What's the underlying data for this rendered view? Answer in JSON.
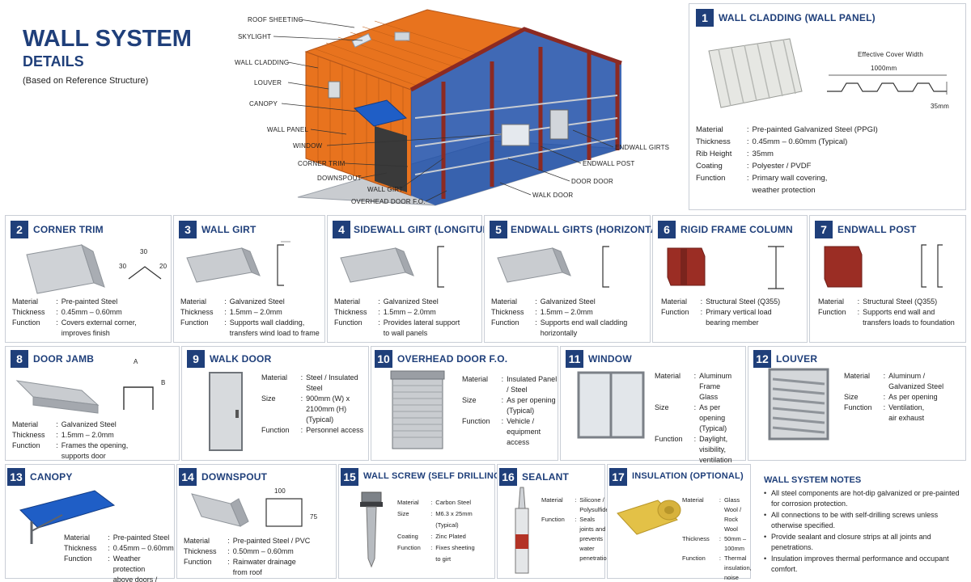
{
  "header": {
    "title": "WALL SYSTEM",
    "subtitle": "DETAILS",
    "note": "(Based on Reference Structure)"
  },
  "building_callouts": {
    "left": [
      "ROOF SHEETING",
      "SKYLIGHT",
      "WALL CLADDING",
      "LOUVER",
      "CANOPY",
      "WALL PANEL",
      "WINDOW",
      "CORNER TRIM",
      "DOWNSPOUT",
      "WALL GIRT",
      "OVERHEAD DOOR F.O."
    ],
    "right": [
      "ENDWALL GIRTS",
      "ENDWALL POST",
      "DOOR DOOR",
      "WALK DOOR"
    ]
  },
  "sections": [
    {
      "num": "1",
      "title": "WALL CLADDING (WALL PANEL)",
      "specs": [
        {
          "k": "Material",
          "v": "Pre-painted Galvanized Steel (PPGI)"
        },
        {
          "k": "Thickness",
          "v": "0.45mm – 0.60mm (Typical)"
        },
        {
          "k": "Rib Height",
          "v": "35mm"
        },
        {
          "k": "Coating",
          "v": "Polyester / PVDF"
        },
        {
          "k": "Function",
          "v": "Primary wall covering,\nweather protection"
        }
      ],
      "dims": {
        "cover_label": "Effective Cover Width",
        "cover_value": "1000mm",
        "rib": "35mm"
      }
    },
    {
      "num": "2",
      "title": "CORNER TRIM",
      "specs": [
        {
          "k": "Material",
          "v": "Pre-painted Steel"
        },
        {
          "k": "Thickness",
          "v": "0.45mm – 0.60mm"
        },
        {
          "k": "Function",
          "v": "Covers external corner,\nimproves finish"
        }
      ],
      "dims": {
        "a": "30",
        "b": "30",
        "c": "20"
      }
    },
    {
      "num": "3",
      "title": "WALL GIRT",
      "specs": [
        {
          "k": "Material",
          "v": "Galvanized Steel"
        },
        {
          "k": "Thickness",
          "v": "1.5mm – 2.0mm"
        },
        {
          "k": "Function",
          "v": "Supports wall cladding,\ntransfers wind load to frame"
        }
      ]
    },
    {
      "num": "4",
      "title": "SIDEWALL GIRT (LONGITUDINAL)",
      "specs": [
        {
          "k": "Material",
          "v": "Galvanized Steel"
        },
        {
          "k": "Thickness",
          "v": "1.5mm – 2.0mm"
        },
        {
          "k": "Function",
          "v": "Provides lateral support\nto wall panels"
        }
      ]
    },
    {
      "num": "5",
      "title": "ENDWALL GIRTS (HORIZONTAL)",
      "specs": [
        {
          "k": "Material",
          "v": "Galvanized Steel"
        },
        {
          "k": "Thickness",
          "v": "1.5mm – 2.0mm"
        },
        {
          "k": "Function",
          "v": "Supports end wall cladding\nhorizontally"
        }
      ]
    },
    {
      "num": "6",
      "title": "RIGID FRAME COLUMN",
      "specs": [
        {
          "k": "Material",
          "v": "Structural Steel (Q355)"
        },
        {
          "k": "Function",
          "v": "Primary vertical load\nbearing member"
        }
      ]
    },
    {
      "num": "7",
      "title": "ENDWALL POST",
      "specs": [
        {
          "k": "Material",
          "v": "Structural Steel (Q355)"
        },
        {
          "k": "Function",
          "v": "Supports end wall and\ntransfers loads to foundation"
        }
      ]
    },
    {
      "num": "8",
      "title": "DOOR JAMB",
      "specs": [
        {
          "k": "Material",
          "v": "Galvanized Steel"
        },
        {
          "k": "Thickness",
          "v": "1.5mm – 2.0mm"
        },
        {
          "k": "Function",
          "v": "Frames the opening,\nsupports door"
        }
      ],
      "dims": {
        "a": "A",
        "b": "B"
      }
    },
    {
      "num": "9",
      "title": "WALK DOOR",
      "specs": [
        {
          "k": "Material",
          "v": "Steel / Insulated Steel"
        },
        {
          "k": "Size",
          "v": "900mm (W) x 2100mm (H)\n(Typical)"
        },
        {
          "k": "Function",
          "v": "Personnel access"
        }
      ]
    },
    {
      "num": "10",
      "title": "OVERHEAD DOOR F.O.",
      "specs": [
        {
          "k": "Material",
          "v": "Insulated Panel / Steel"
        },
        {
          "k": "Size",
          "v": "As per opening\n(Typical)"
        },
        {
          "k": "Function",
          "v": "Vehicle / equipment\naccess"
        }
      ]
    },
    {
      "num": "11",
      "title": "WINDOW",
      "specs": [
        {
          "k": "Material",
          "v": "Aluminum Frame\nGlass"
        },
        {
          "k": "Size",
          "v": "As per opening\n(Typical)"
        },
        {
          "k": "Function",
          "v": "Daylight, visibility,\nventilation"
        }
      ]
    },
    {
      "num": "12",
      "title": "LOUVER",
      "specs": [
        {
          "k": "Material",
          "v": "Aluminum /\nGalvanized Steel"
        },
        {
          "k": "Size",
          "v": "As per opening"
        },
        {
          "k": "Function",
          "v": "Ventilation,\nair exhaust"
        }
      ]
    },
    {
      "num": "13",
      "title": "CANOPY",
      "specs": [
        {
          "k": "Material",
          "v": "Pre-painted Steel"
        },
        {
          "k": "Thickness",
          "v": "0.45mm – 0.60mm"
        },
        {
          "k": "Function",
          "v": "Weather protection\nabove doors / windows"
        }
      ]
    },
    {
      "num": "14",
      "title": "DOWNSPOUT",
      "specs": [
        {
          "k": "Material",
          "v": "Pre-painted Steel / PVC"
        },
        {
          "k": "Thickness",
          "v": "0.50mm – 0.60mm"
        },
        {
          "k": "Function",
          "v": "Rainwater drainage\nfrom roof"
        }
      ],
      "dims": {
        "w": "100",
        "h": "75"
      }
    },
    {
      "num": "15",
      "title": "WALL SCREW (SELF DRILLING)",
      "specs": [
        {
          "k": "Material",
          "v": "Carbon Steel"
        },
        {
          "k": "Size",
          "v": "M6.3 x 25mm (Typical)"
        },
        {
          "k": "Coating",
          "v": "Zinc Plated"
        },
        {
          "k": "Function",
          "v": "Fixes sheeting\nto girt"
        }
      ]
    },
    {
      "num": "16",
      "title": "SEALANT",
      "specs": [
        {
          "k": "Material",
          "v": "Silicone /\nPolysulfide"
        },
        {
          "k": "Function",
          "v": "Seals joints and\nprevents water\npenetration"
        }
      ]
    },
    {
      "num": "17",
      "title": "INSULATION (OPTIONAL)",
      "specs": [
        {
          "k": "Material",
          "v": "Glass Wool /\nRock Wool"
        },
        {
          "k": "Thickness",
          "v": "50mm – 100mm"
        },
        {
          "k": "Function",
          "v": "Thermal insulation,\nnoise reduction"
        }
      ]
    }
  ],
  "notes": {
    "title": "WALL SYSTEM NOTES",
    "items": [
      "All steel components are hot-dip galvanized or pre-painted for corrosion protection.",
      "All connections to be with self-drilling screws unless otherwise specified.",
      "Provide sealant and closure strips at all joints and penetrations.",
      "Insulation improves thermal performance and occupant comfort."
    ]
  },
  "colors": {
    "navy": "#1f3f7a",
    "orange_cladding": "#e8731e",
    "blue_cladding": "#1f4fa8",
    "frame_red": "#8c2a22",
    "steel_gray": "#b8bcc2"
  }
}
